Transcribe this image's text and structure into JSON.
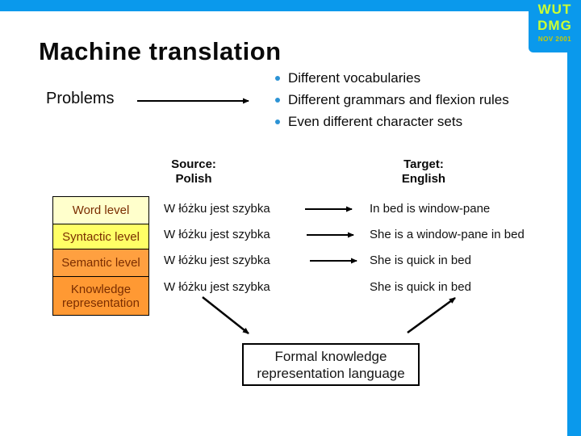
{
  "slide": {
    "title": "Machine translation",
    "badge": {
      "line1": "WUT",
      "line2": "DMG",
      "date": "NOV 2001"
    },
    "problems_label": "Problems",
    "bullets": [
      "Different vocabularies",
      "Different grammars and flexion rules",
      "Even different character sets"
    ],
    "columns": {
      "source": {
        "label": "Source:",
        "sublabel": "Polish"
      },
      "target": {
        "label": "Target:",
        "sublabel": "English"
      }
    },
    "rows": [
      {
        "level": "Word level",
        "source": "W łóżku jest szybka",
        "target": "In bed is window-pane",
        "box_color": "#FFFFCC"
      },
      {
        "level": "Syntactic level",
        "source": "W łóżku jest szybka",
        "target": "She is a window-pane in bed",
        "box_color": "#FFFF66"
      },
      {
        "level": "Semantic level",
        "source": "W łóżku jest szybka",
        "target": "She is quick in bed",
        "box_color": "#FFA040"
      },
      {
        "level": "Knowledge representation",
        "source": "W łóżku jest szybka",
        "target": "She is quick in bed",
        "box_color": "#FF9933"
      }
    ],
    "footer_box": {
      "line1": "Formal knowledge",
      "line2": "representation language"
    },
    "colors": {
      "accent_blue": "#0A99EC",
      "badge_text": "#CCFF33",
      "badge_date": "#CCCC00",
      "bullet_dot": "#2C93D5",
      "level_text": "#7A2D00"
    }
  }
}
